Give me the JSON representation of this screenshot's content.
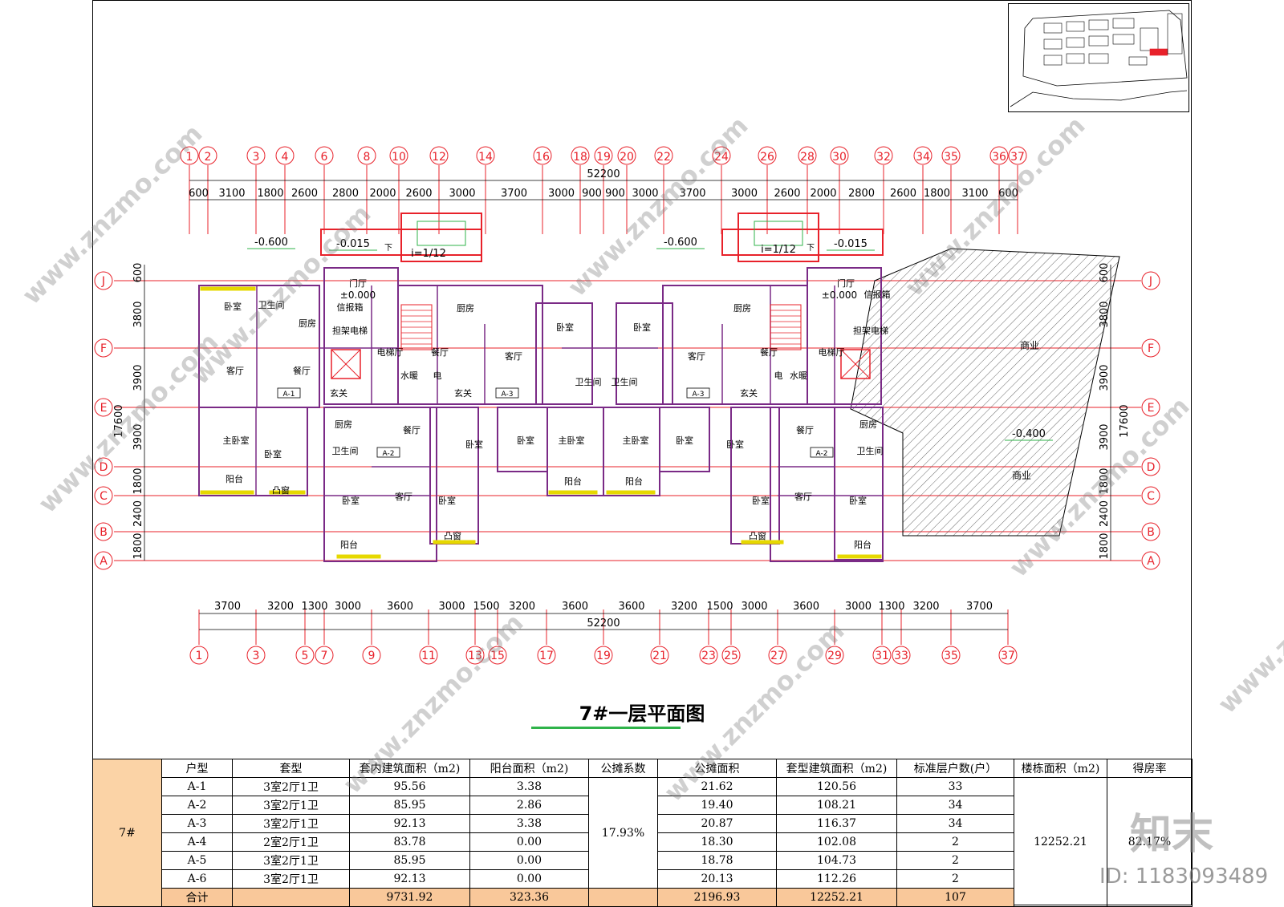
{
  "drawing": {
    "title": "7#一层平面图",
    "top_axes": [
      "1",
      "2",
      "3",
      "4",
      "6",
      "8",
      "10",
      "12",
      "14",
      "16",
      "18",
      "19",
      "20",
      "22",
      "24",
      "26",
      "28",
      "30",
      "32",
      "34",
      "35",
      "36",
      "37"
    ],
    "bottom_axes": [
      "1",
      "3",
      "5",
      "7",
      "9",
      "11",
      "13",
      "15",
      "17",
      "19",
      "21",
      "23",
      "25",
      "27",
      "29",
      "31",
      "33",
      "35",
      "37"
    ],
    "row_axes": [
      "J",
      "F",
      "E",
      "D",
      "C",
      "B",
      "A"
    ],
    "top_total": "52200",
    "top_dims": [
      "600",
      "3100",
      "1800",
      "2600",
      "2800",
      "2000",
      "2600",
      "3000",
      "3700",
      "3000",
      "900",
      "900",
      "3000",
      "3700",
      "3000",
      "2600",
      "2000",
      "2800",
      "2600",
      "1800",
      "3100",
      "600"
    ],
    "bottom_total": "52200",
    "bottom_dims": [
      "3700",
      "3200",
      "1300",
      "3000",
      "3600",
      "3000",
      "1500",
      "3200",
      "3600",
      "3600",
      "3200",
      "1500",
      "3000",
      "3600",
      "3000",
      "1300",
      "3200",
      "3700"
    ],
    "left_dims": [
      "600",
      "3800",
      "3900",
      "3900",
      "1800",
      "2400",
      "1800"
    ],
    "right_dims": [
      "600",
      "3800",
      "3900",
      "3900",
      "1800",
      "2400",
      "1800"
    ],
    "side_total": "17600",
    "levels": [
      "-0.600",
      "-0.015",
      "-0.600",
      "-0.015",
      "-0.400"
    ],
    "ramp_labels": [
      "i=1/12",
      "i=1/12"
    ],
    "down_mark": "下",
    "lobby": {
      "name": "门厅",
      "level": "±0.000"
    },
    "rooms": {
      "bedroom": "卧室",
      "master": "主卧室",
      "living": "客厅",
      "dining": "餐厅",
      "kitchen": "厨房",
      "bath": "卫生间",
      "balcony": "阳台",
      "bay": "凸窗",
      "foyer": "玄关",
      "elevator": "电梯厅",
      "stretcher_lift": "担架电梯",
      "mailbox": "信报箱",
      "water": "水暖",
      "elec": "电",
      "shop": "商业"
    },
    "unit_tags": [
      "A-1",
      "A-2",
      "A-3",
      "A-3",
      "A-2"
    ]
  },
  "table": {
    "building": "7#",
    "headers": [
      "户型",
      "套型",
      "套内建筑面积（m2)",
      "阳台面积（m2)",
      "公摊系数",
      "公摊面积",
      "套型建筑面积（m2)",
      "标准层户数(户）",
      "楼栋面积（m2)",
      "得房率"
    ],
    "rows": [
      {
        "type": "A-1",
        "layout": "3室2厅1卫",
        "inner": "95.56",
        "balcony": "3.38",
        "shared": "21.62",
        "total": "120.56",
        "count": "33"
      },
      {
        "type": "A-2",
        "layout": "3室2厅1卫",
        "inner": "85.95",
        "balcony": "2.86",
        "shared": "19.40",
        "total": "108.21",
        "count": "34"
      },
      {
        "type": "A-3",
        "layout": "3室2厅1卫",
        "inner": "92.13",
        "balcony": "3.38",
        "shared": "20.87",
        "total": "116.37",
        "count": "34"
      },
      {
        "type": "A-4",
        "layout": "2室2厅1卫",
        "inner": "83.78",
        "balcony": "0.00",
        "shared": "18.30",
        "total": "102.08",
        "count": "2"
      },
      {
        "type": "A-5",
        "layout": "3室2厅1卫",
        "inner": "85.95",
        "balcony": "0.00",
        "shared": "18.78",
        "total": "104.73",
        "count": "2"
      },
      {
        "type": "A-6",
        "layout": "3室2厅1卫",
        "inner": "92.13",
        "balcony": "0.00",
        "shared": "20.13",
        "total": "112.26",
        "count": "2"
      }
    ],
    "ratio": "17.93%",
    "building_area": "12252.21",
    "efficiency": "82.17%",
    "total": {
      "label": "合计",
      "inner": "9731.92",
      "balcony": "323.36",
      "shared": "2196.93",
      "total": "12252.21",
      "count": "107"
    }
  },
  "watermark": {
    "site": "www.znzmo.com",
    "brand": "知末",
    "id": "ID: 1183093489"
  },
  "colors": {
    "axis": "#e8212a",
    "wall": "#7a2a86",
    "dims": "#000000",
    "hatch": "#444444",
    "green": "#2fb34a",
    "yellow": "#e6d800"
  }
}
